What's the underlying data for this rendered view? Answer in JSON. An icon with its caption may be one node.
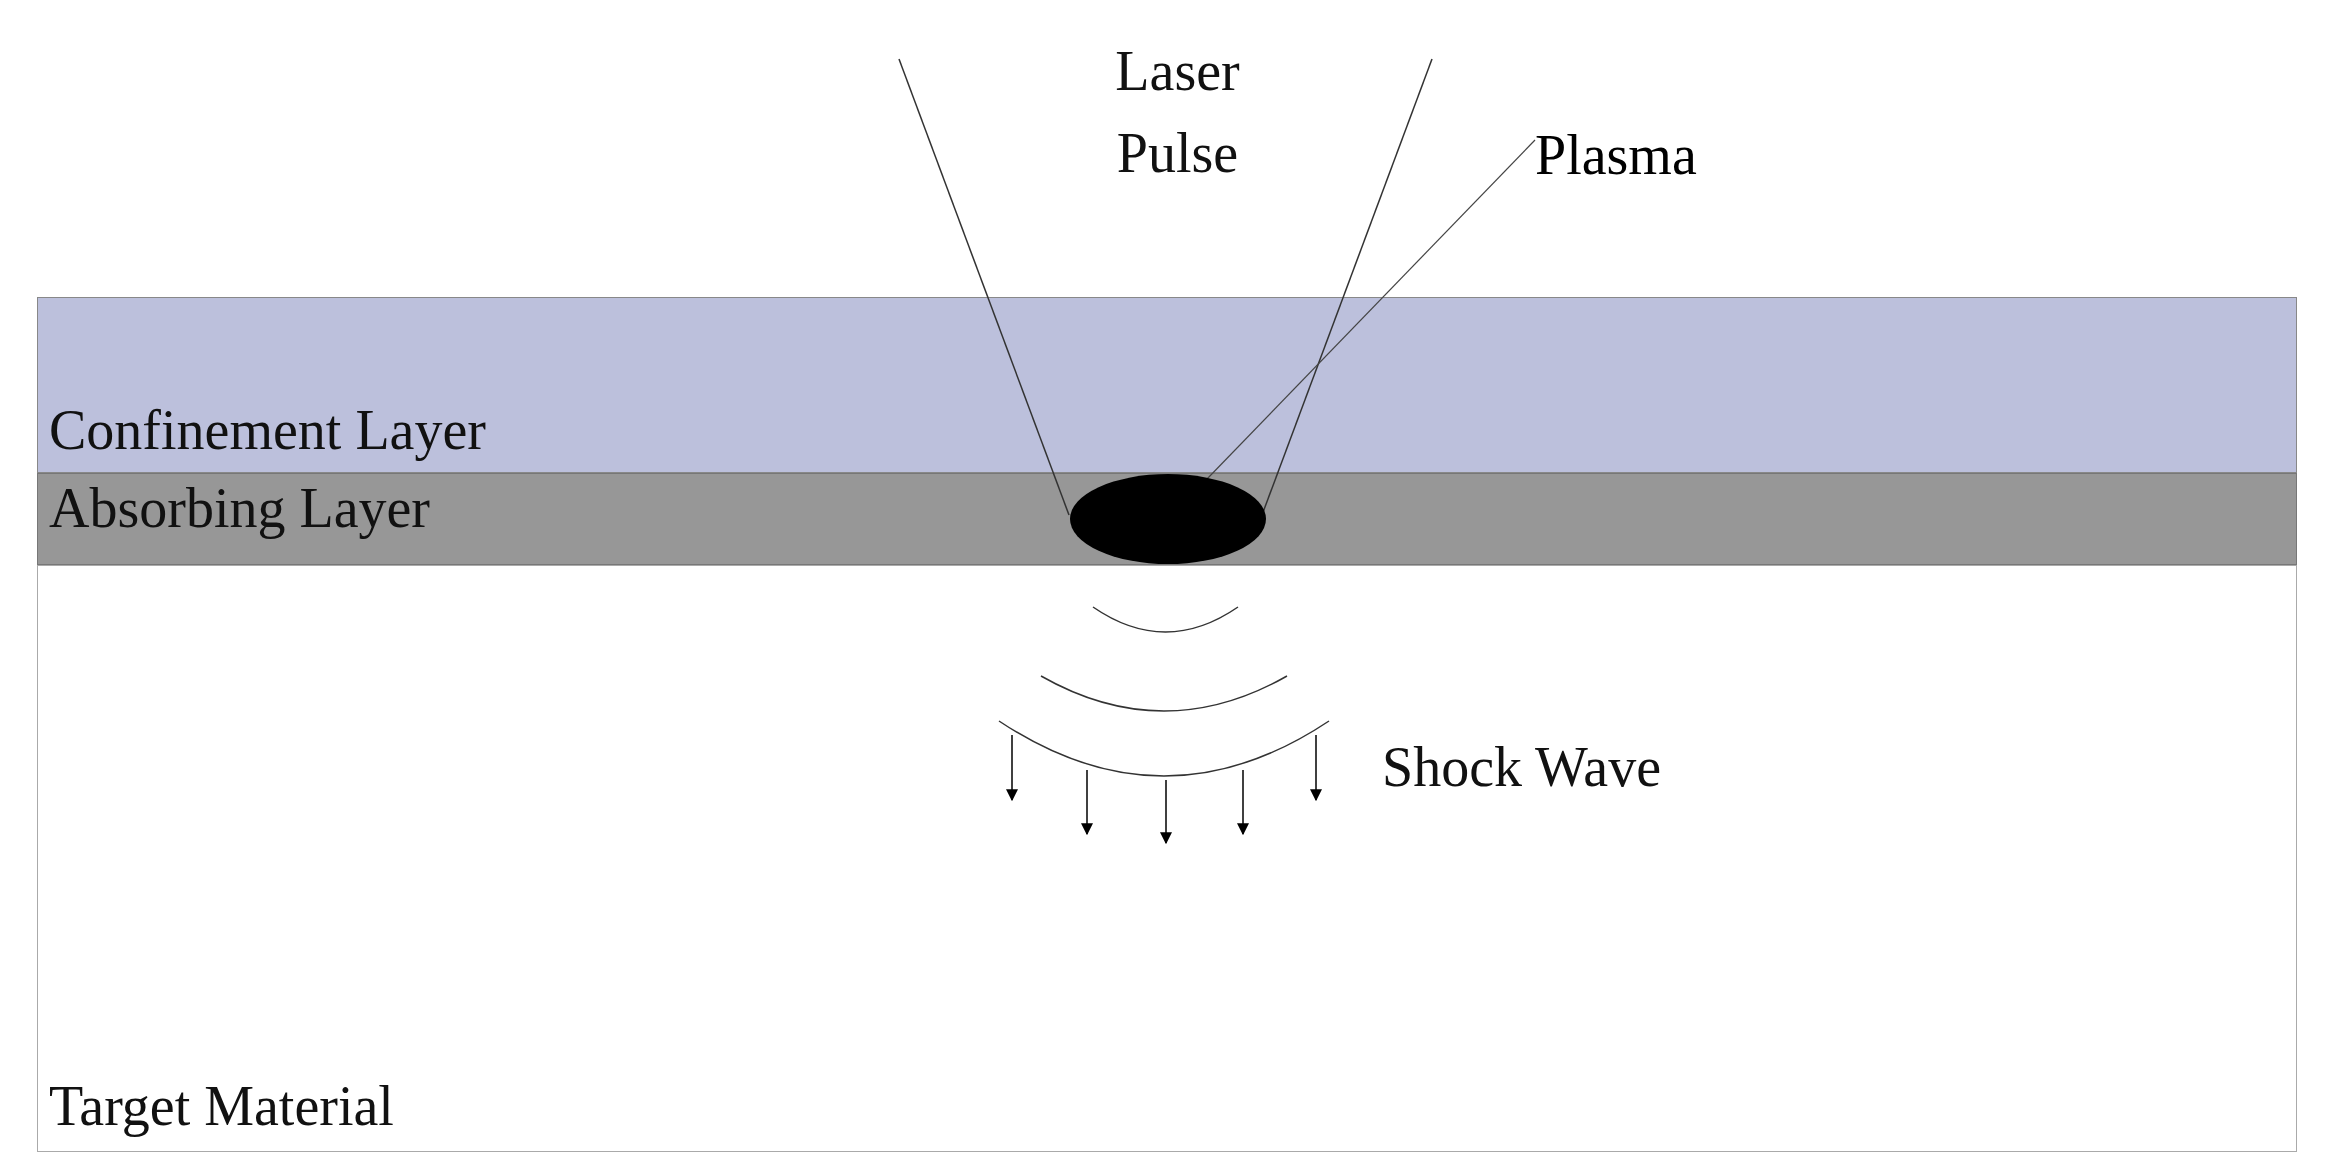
{
  "diagram": {
    "nodes": [
      {
        "text": [
          "Confinement Layer"
        ]
      },
      {
        "text": [
          "Absorbing Layer"
        ]
      },
      {
        "text": [
          "Target Material"
        ]
      },
      {
        "text": [
          "Plasma"
        ]
      },
      {
        "text": [],
        "shape": "ellipse",
        "in": 1
      }
    ],
    "edges": [
      {
        "from": 3,
        "to": 4,
        "arrow": "none"
      }
    ],
    "labels": [
      "Laser Pulse",
      "Shock Wave"
    ]
  }
}
